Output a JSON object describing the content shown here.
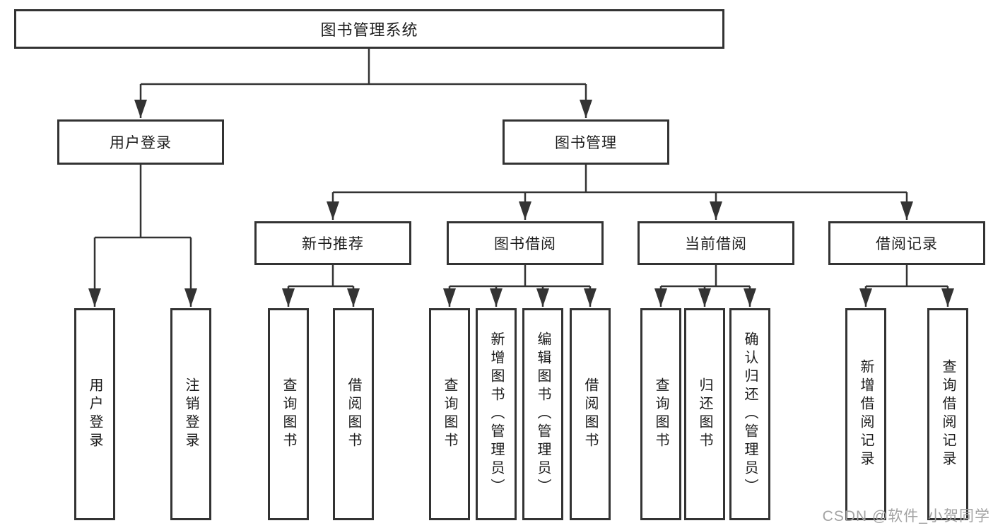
{
  "tree": {
    "root": "图书管理系统",
    "level2": [
      "用户登录",
      "图书管理"
    ],
    "level3": [
      "新书推荐",
      "图书借阅",
      "当前借阅",
      "借阅记录"
    ],
    "leaves": {
      "user_login": [
        "用户登录",
        "注销登录"
      ],
      "new_book_recommend": [
        "查询图书",
        "借阅图书"
      ],
      "book_borrowing": [
        "查询图书",
        "新增图书（管理员）",
        "编辑图书（管理员）",
        "借阅图书"
      ],
      "current_borrowing": [
        "查询图书",
        "归还图书",
        "确认归还（管理员）"
      ],
      "borrowing_records": [
        "新增借阅记录",
        "查询借阅记录"
      ]
    }
  },
  "watermark": {
    "text": "CSDN @软件_小贺同学",
    "color": "#a3a3a3"
  },
  "colors": {
    "line": "#333333",
    "text": "#1c1c1c",
    "background": "#ffffff"
  }
}
